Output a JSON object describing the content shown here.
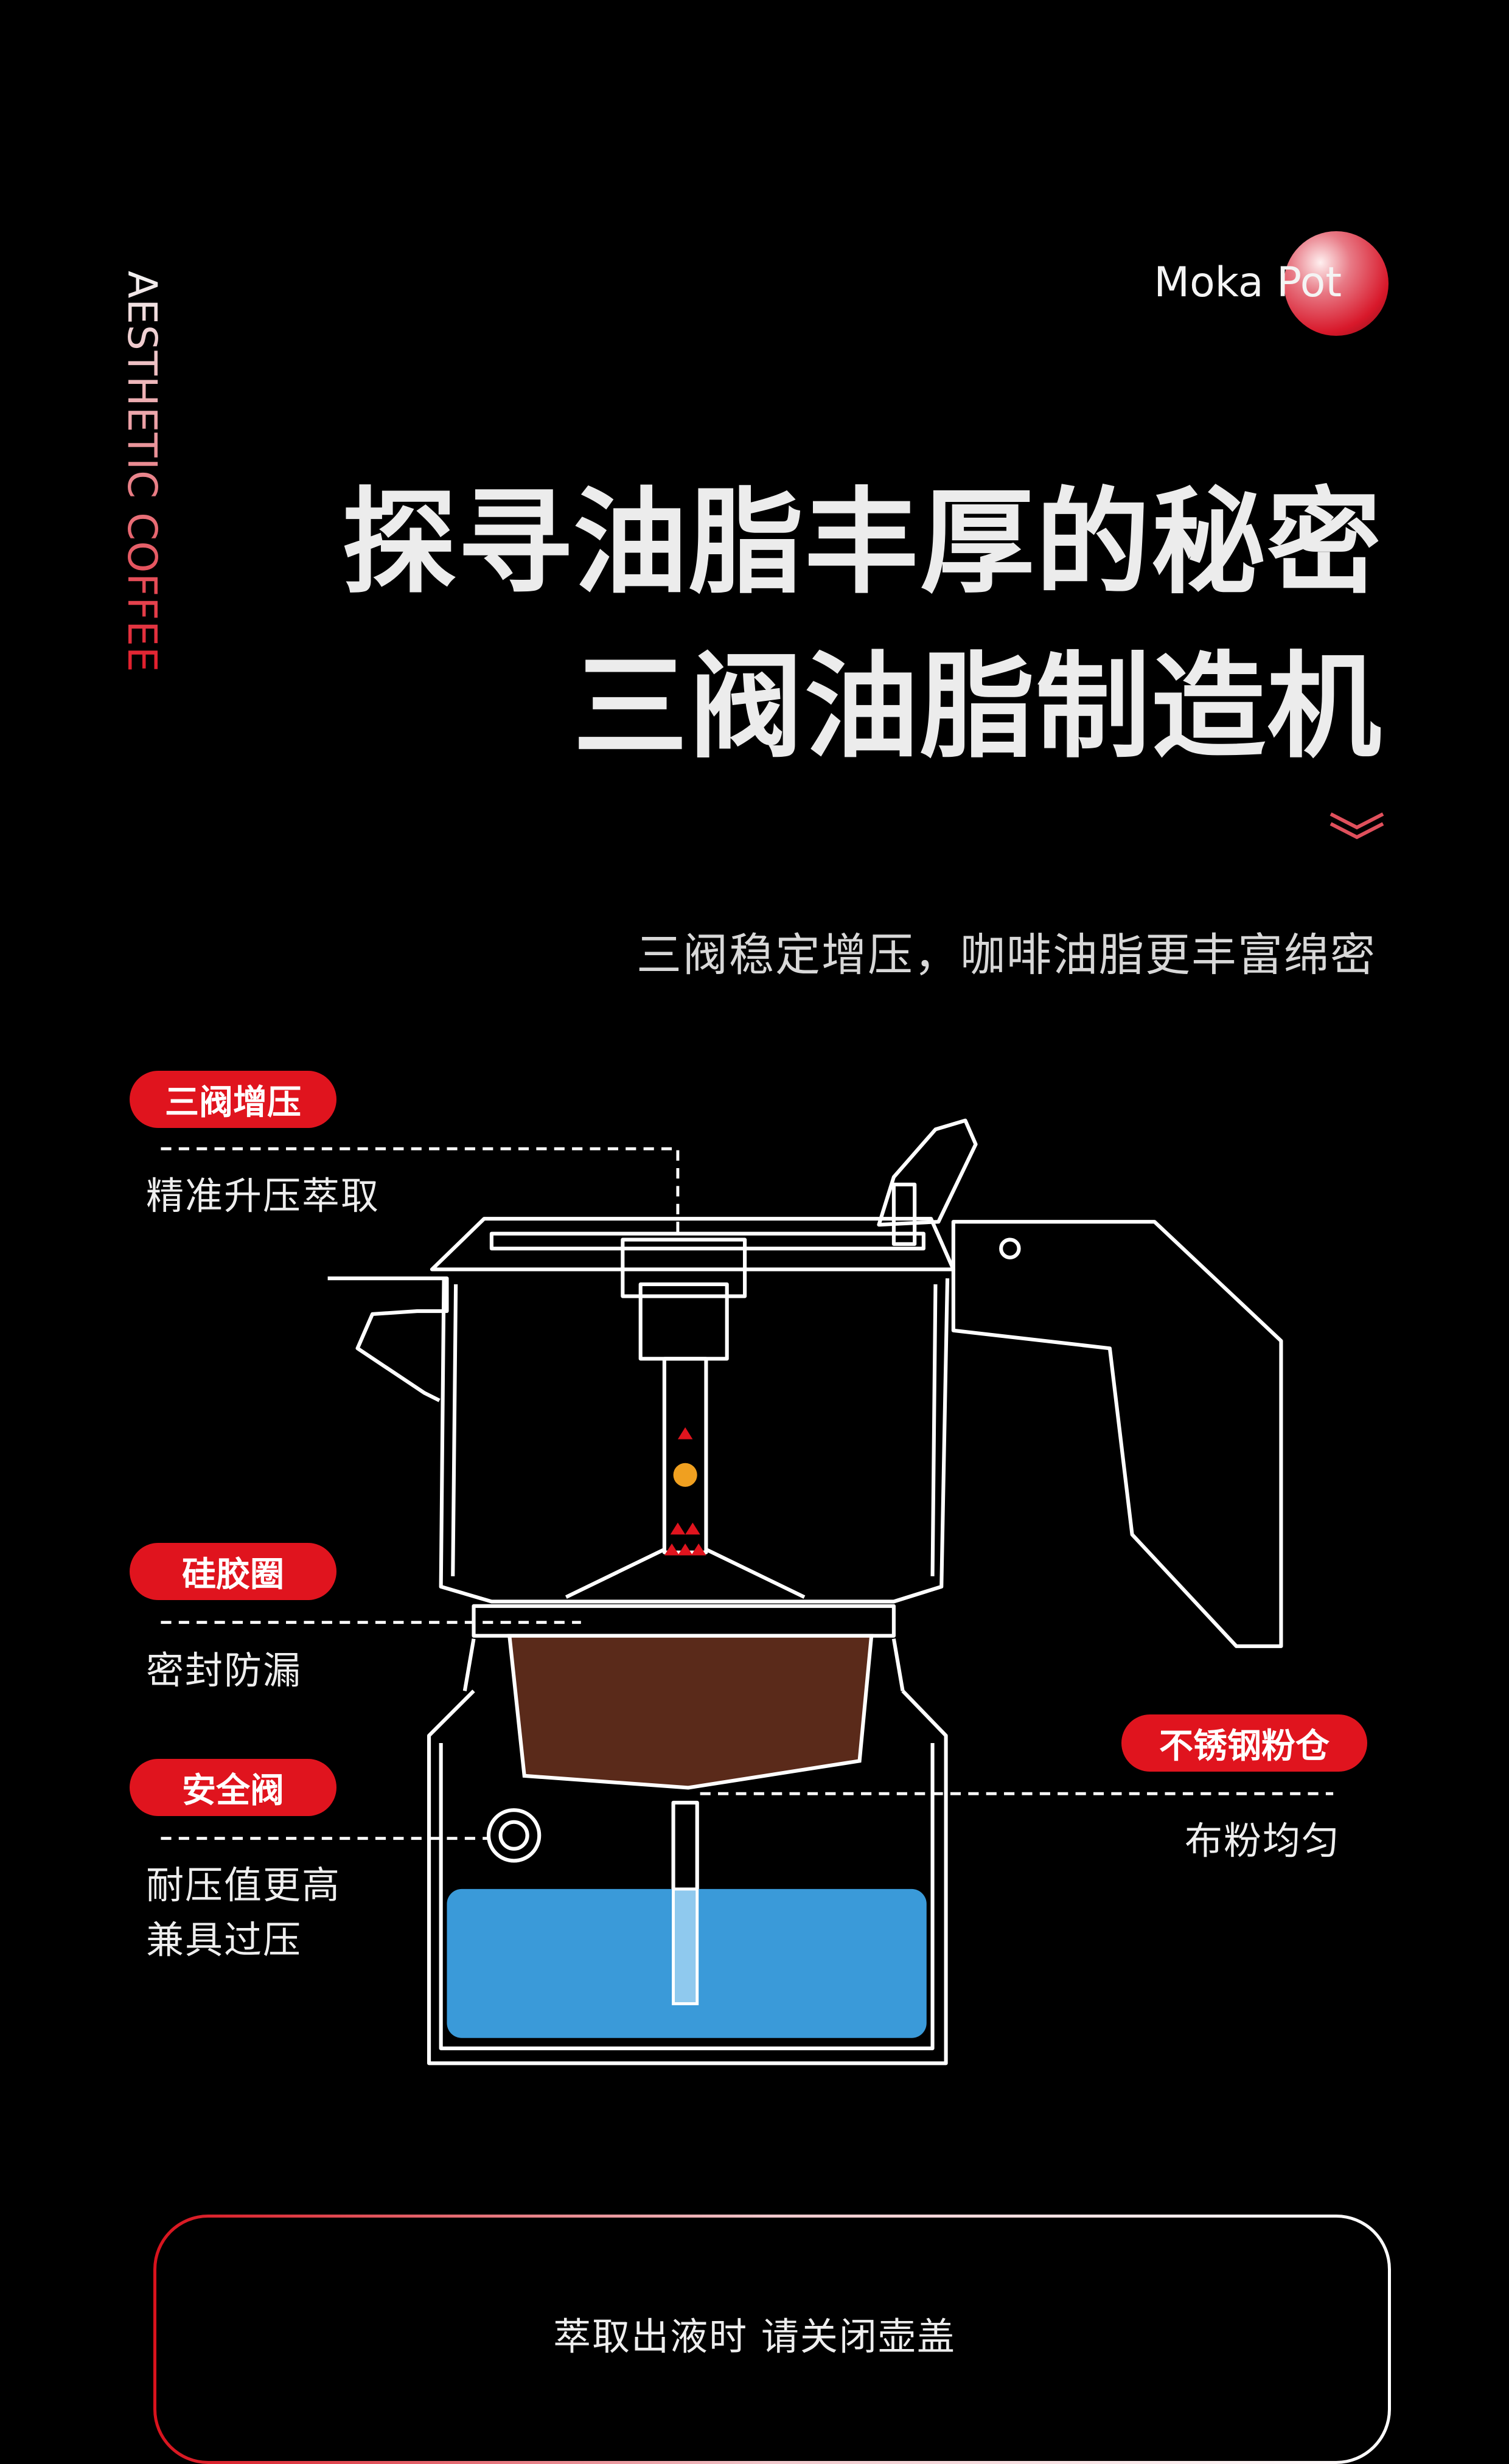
{
  "brand_vertical": "AESTHETIC COFFEE",
  "product_tag": "Moka Pot",
  "title_line1": "探寻油脂丰厚的秘密",
  "title_line2": "三阀油脂制造机",
  "subtitle": "三阀稳定增压，咖啡油脂更丰富绵密",
  "features": [
    {
      "badge": "三阀增压",
      "desc": [
        "精准升压萃取"
      ]
    },
    {
      "badge": "硅胶圈",
      "desc": [
        "密封防漏"
      ]
    },
    {
      "badge": "安全阀",
      "desc": [
        "耐压值更高",
        "兼具过压"
      ]
    },
    {
      "badge": "不锈钢粉仓",
      "desc": [
        "布粉均匀"
      ]
    }
  ],
  "notice": "萃取出液时 请关闭壶盖",
  "colors": {
    "accent": "#e0141e",
    "water": "#3a9ad9",
    "coffee": "#5a2a1a",
    "background": "#000000"
  }
}
